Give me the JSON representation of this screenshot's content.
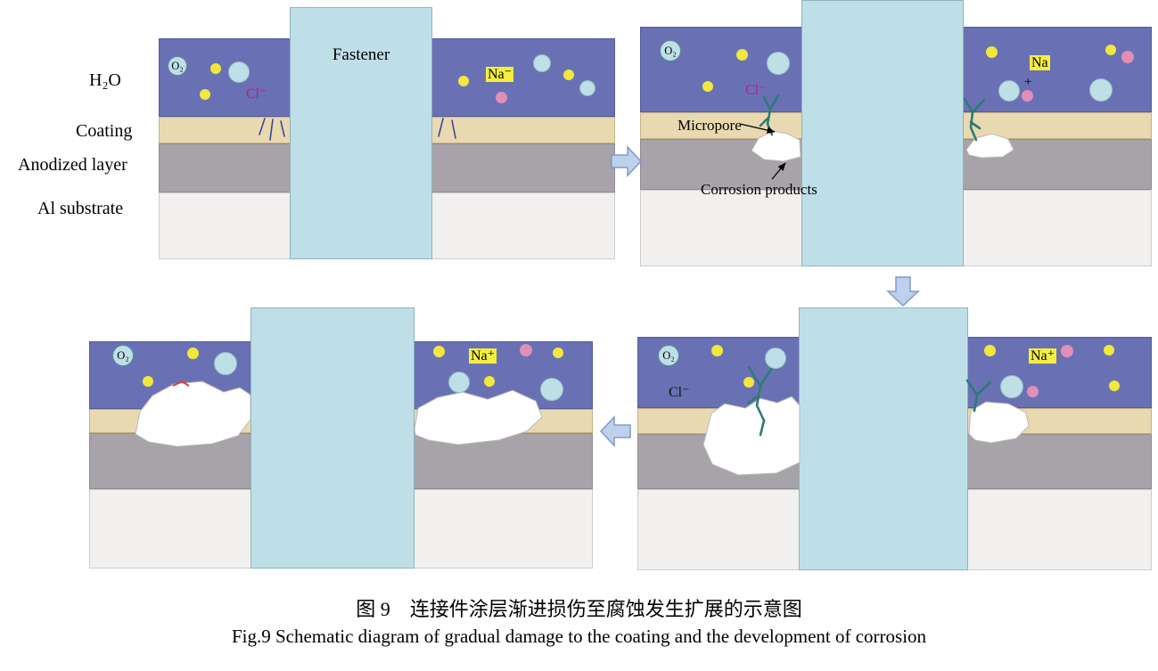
{
  "caption": {
    "zh": "图 9　连接件涂层渐进损伤至腐蚀发生扩展的示意图",
    "en": "Fig.9 Schematic diagram of gradual damage to the coating and the development of corrosion"
  },
  "layer_labels": {
    "water": "H₂O",
    "coating": "Coating",
    "anodized": "Anodized layer",
    "substrate": "Al substrate"
  },
  "annotations": {
    "fastener": "Fastener",
    "micropore": "Micropore",
    "corrosion_products": "Corrosion products"
  },
  "ions": {
    "o2": "O₂",
    "cl": "Cl⁻",
    "na_minus": "Na⁻",
    "na": "Na",
    "plus": "+",
    "na_plus": "Na⁺"
  },
  "colors": {
    "water": "#6971b4",
    "coating": "#e9d9b0",
    "anodized_layer": "#a7a3a9",
    "al_substrate": "#f1f0ee",
    "fastener": "#bedfe7",
    "ion_yellow": "#f0e83c",
    "ion_pink": "#e18fb7",
    "bubble_blue": "#bfdfe7",
    "chloride_text": "#b5198c",
    "crack_teal": "#2e7a74",
    "crack_navy": "#3b4896",
    "stage_arrow_fill": "#bdd0ec",
    "corrosion_product": "#ffffff"
  }
}
